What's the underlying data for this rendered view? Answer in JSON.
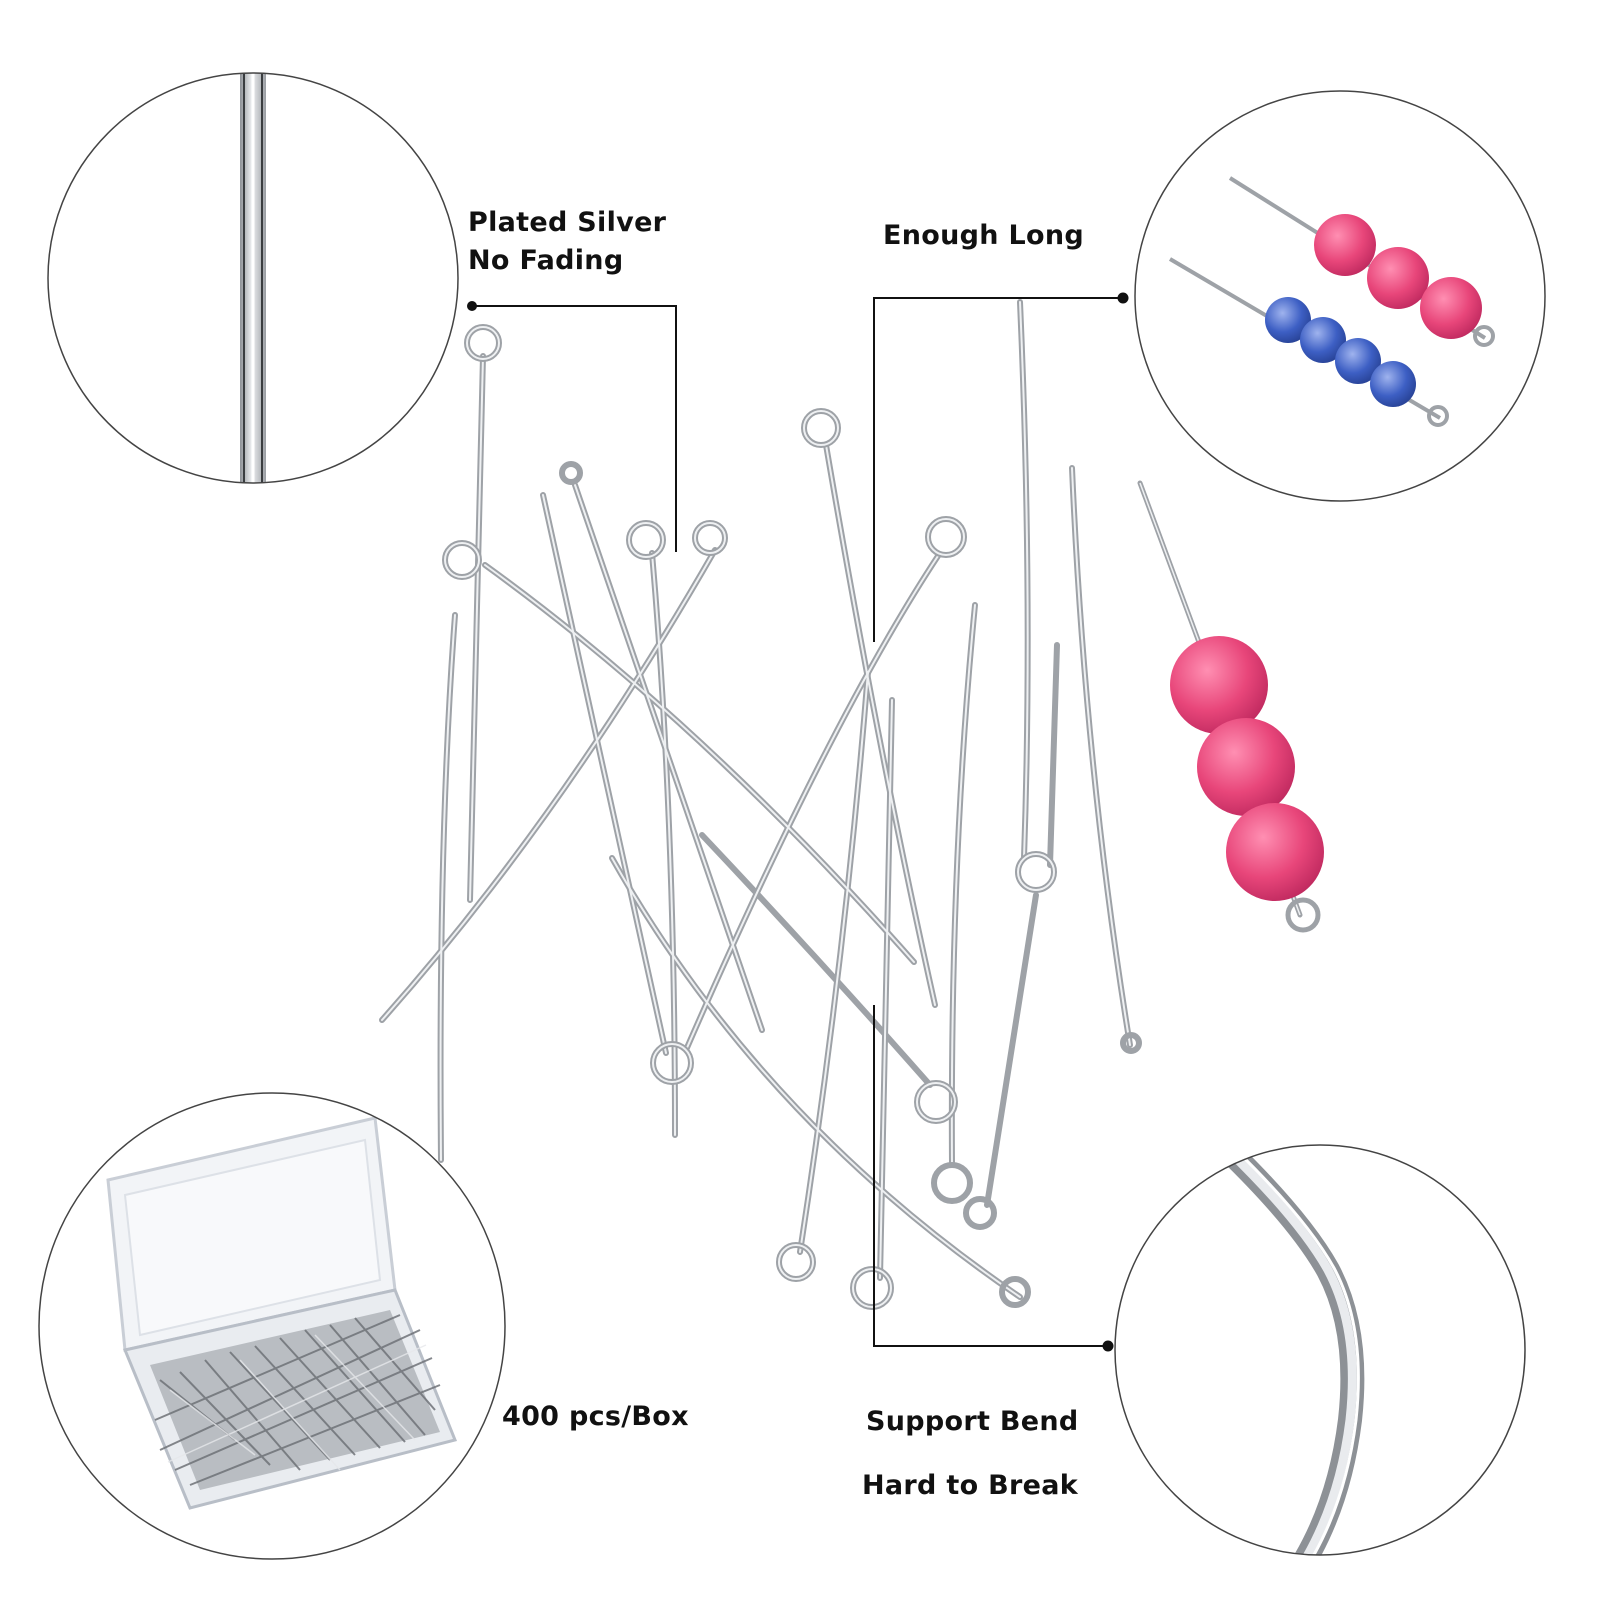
{
  "labels": {
    "plated_line1": "Plated Silver",
    "plated_line2": "No Fading",
    "enough_long": "Enough Long",
    "quantity": "400 pcs/Box",
    "support_bend": "Support Bend",
    "hard_to_break": "Hard to Break"
  },
  "colors": {
    "background": "#ffffff",
    "text": "#111111",
    "pin_silver": "#a9acb0",
    "pin_highlight": "#eef0f2",
    "bead_pink": "#e8467a",
    "bead_blue": "#3d5fc4",
    "leader_line": "#111111",
    "circle_outline": "#444444"
  },
  "icons": {
    "wire_closeup": "wire-closeup-icon",
    "beaded_pins": "beaded-pin-icon",
    "storage_box": "storage-box-icon",
    "bent_wire": "bent-wire-icon"
  }
}
